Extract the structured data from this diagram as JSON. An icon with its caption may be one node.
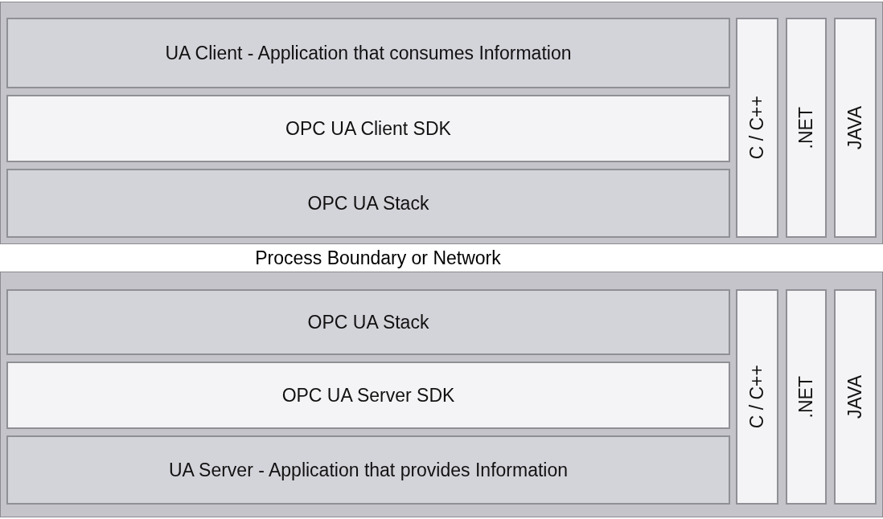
{
  "diagram": {
    "nodes": [
      {
        "text": [
          "UA Client - Application that consumes Information"
        ]
      },
      {
        "text": [
          "OPC UA Client SDK"
        ]
      },
      {
        "text": [
          "OPC UA Stack"
        ]
      },
      {
        "text": [
          "C / C++"
        ]
      },
      {
        "text": [
          ".NET"
        ]
      },
      {
        "text": [
          "JAVA"
        ]
      },
      {
        "text": [
          "OPC UA Stack"
        ]
      },
      {
        "text": [
          "OPC UA Server SDK"
        ]
      },
      {
        "text": [
          "UA Server - Application that provides Information"
        ]
      },
      {
        "text": [
          "C / C++"
        ]
      },
      {
        "text": [
          ".NET"
        ]
      },
      {
        "text": [
          "JAVA"
        ]
      }
    ],
    "edges": [],
    "labels": [
      "Process Boundary or Network"
    ]
  }
}
